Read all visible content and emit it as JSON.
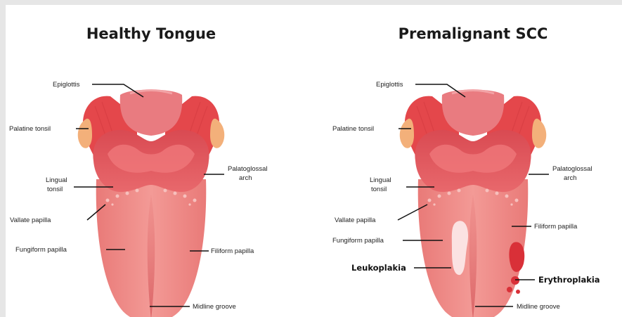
{
  "panels": [
    {
      "title": "Healthy Tongue",
      "labels": {
        "epiglottis": "Epiglottis",
        "palatine_tonsil": "Palatine tonsil",
        "lingual_tonsil_1": "Lingual",
        "lingual_tonsil_2": "tonsil",
        "palatoglossal_arch_1": "Palatoglossal",
        "palatoglossal_arch_2": "arch",
        "vallate_papilla": "Vallate papilla",
        "fungiform_papilla": "Fungiform papilla",
        "filiform_papilla": "Filiform papilla",
        "midline_groove": "Midline groove"
      }
    },
    {
      "title": "Premalignant SCC",
      "labels": {
        "epiglottis": "Epiglottis",
        "palatine_tonsil": "Palatine tonsil",
        "lingual_tonsil_1": "Lingual",
        "lingual_tonsil_2": "tonsil",
        "palatoglossal_arch_1": "Palatoglossal",
        "palatoglossal_arch_2": "arch",
        "vallate_papilla": "Vallate papilla",
        "fungiform_papilla": "Fungiform papilla",
        "filiform_papilla": "Filiform papilla",
        "midline_groove": "Midline groove",
        "leukoplakia": "Leukoplakia",
        "erythroplakia": "Erythroplakia"
      }
    }
  ],
  "colors": {
    "background": "#ffffff",
    "frame": "#e6e6e6",
    "tongue_body": "#ef8a85",
    "tongue_base": "#e15a5e",
    "throat_muscle": "#e4474b",
    "tonsil": "#f3b07a",
    "epiglottis": "#e97b80",
    "leukoplakia": "#fbe2e2",
    "erythroplakia": "#d93038"
  }
}
